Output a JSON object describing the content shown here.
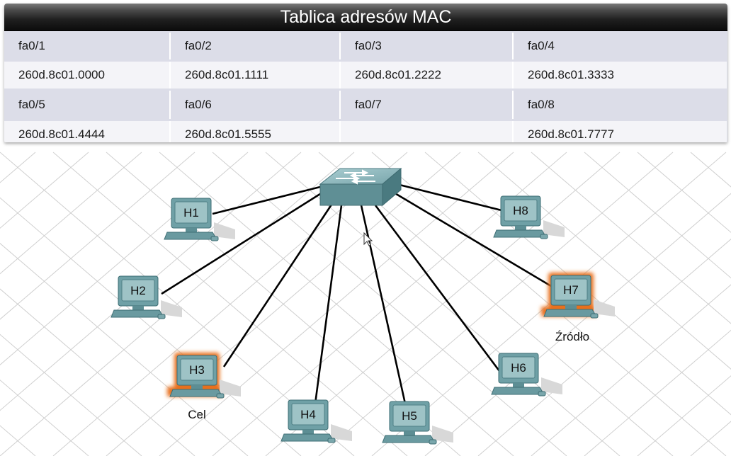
{
  "mac_table": {
    "title": "Tablica adresów MAC",
    "rows": [
      {
        "port": "fa0/1",
        "mac": "260d.8c01.0000"
      },
      {
        "port": "fa0/2",
        "mac": "260d.8c01.1111"
      },
      {
        "port": "fa0/3",
        "mac": "260d.8c01.2222"
      },
      {
        "port": "fa0/4",
        "mac": "260d.8c01.3333"
      },
      {
        "port": "fa0/5",
        "mac": "260d.8c01.4444"
      },
      {
        "port": "fa0/6",
        "mac": "260d.8c01.5555"
      },
      {
        "port": "fa0/7",
        "mac": ""
      },
      {
        "port": "fa0/8",
        "mac": "260d.8c01.7777"
      }
    ]
  },
  "diagram": {
    "hosts": [
      {
        "id": "H1",
        "highlighted": false
      },
      {
        "id": "H2",
        "highlighted": false
      },
      {
        "id": "H3",
        "highlighted": true
      },
      {
        "id": "H4",
        "highlighted": false
      },
      {
        "id": "H5",
        "highlighted": false
      },
      {
        "id": "H6",
        "highlighted": false
      },
      {
        "id": "H7",
        "highlighted": true
      },
      {
        "id": "H8",
        "highlighted": false
      }
    ],
    "target_caption": "Cel",
    "source_caption": "Źródło",
    "colors": {
      "host_body": "#6fa0a6",
      "host_screen": "#9ec3c6",
      "switch_top": "#8fb8bd",
      "link": "#000000",
      "highlight": "#e8701a",
      "grid": "#c8c8c8"
    }
  }
}
